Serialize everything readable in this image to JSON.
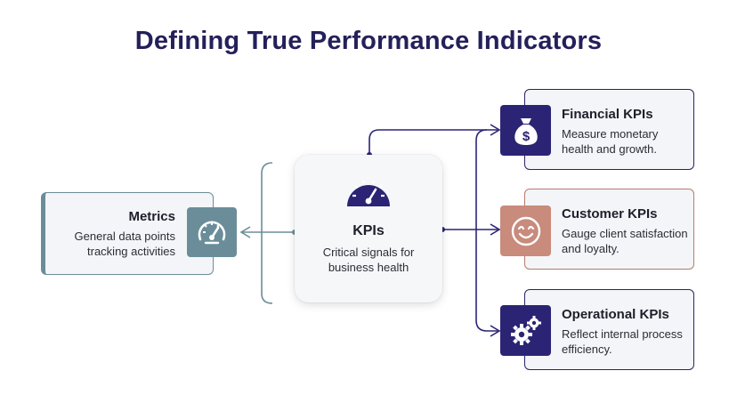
{
  "title": "Defining True Performance Indicators",
  "metrics": {
    "title": "Metrics",
    "description": "General data points tracking activities",
    "icon": "speedometer-icon"
  },
  "kpis": {
    "title": "KPIs",
    "description": "Critical signals for business health",
    "icon": "gauge-icon"
  },
  "kpi_types": [
    {
      "title": "Financial KPIs",
      "description": "Measure monetary health and growth.",
      "icon": "money-bag-icon"
    },
    {
      "title": "Customer KPIs",
      "description": "Gauge client satisfaction and loyalty.",
      "icon": "smiley-face-icon"
    },
    {
      "title": "Operational KPIs",
      "description": "Reflect internal process efficiency.",
      "icon": "gears-icon"
    }
  ],
  "colors": {
    "navy": "#2b2475",
    "slate_teal": "#6a8d99",
    "salmon": "#c88b7c",
    "title": "#24205a"
  }
}
